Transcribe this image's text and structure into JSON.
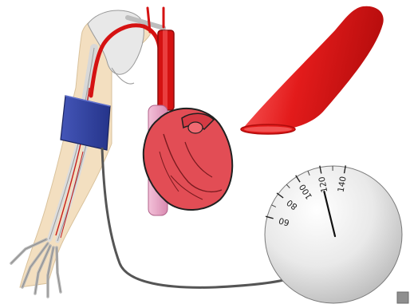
{
  "gauge": {
    "tick_labels": [
      "60",
      "80",
      "100",
      "120",
      "140"
    ],
    "needle_value": 110
  },
  "colors": {
    "cuff": "#2c3f9e",
    "artery": "#d51212",
    "heart": "#e24d55",
    "vein": "#e9a0c4",
    "hose": "#555555",
    "gauge_face": "#e6e6e6",
    "skin": "#f3dfc0"
  },
  "icons": [
    "arm-anatomy-icon",
    "blood-pressure-cuff-icon",
    "heart-icon",
    "artery-vessel-icon",
    "pressure-gauge-icon"
  ]
}
